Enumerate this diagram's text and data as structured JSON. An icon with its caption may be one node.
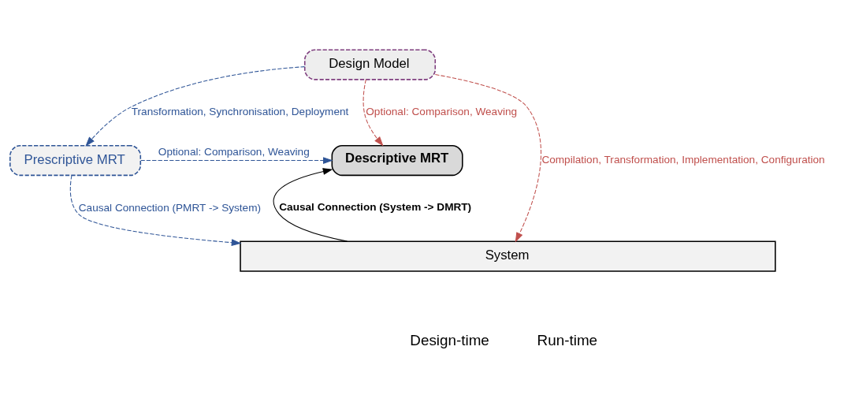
{
  "diagram": {
    "nodes": [
      {
        "text": [
          "Design Model"
        ]
      },
      {
        "text": [
          "Descriptive MRT"
        ]
      },
      {
        "text": [
          "Prescriptive MRT"
        ]
      },
      {
        "text": [
          "System"
        ]
      }
    ],
    "edges": [
      {
        "from": 0,
        "to": 3,
        "arrow": "to",
        "style": "dashed",
        "color": "#c0504d",
        "label": "Compilation, Transformation, Implementation, Configuration"
      },
      {
        "from": 0,
        "to": 1,
        "arrow": "to",
        "style": "dashed",
        "color": "#c0504d",
        "label": "Optional: Comparison, Weaving"
      },
      {
        "from": 0,
        "to": 2,
        "arrow": "to",
        "style": "dashed",
        "label": "Transformation, Synchronisation, Deployment"
      },
      {
        "from": 2,
        "to": 1,
        "arrow": "to",
        "style": "dashed",
        "label": "Optional: Comparison, Weaving"
      },
      {
        "from": 3,
        "to": 1,
        "arrow": "to",
        "color": "#000000",
        "label": "Causal Connection (System -> DMRT)"
      },
      {
        "from": 2,
        "to": 3,
        "arrow": "to",
        "style": "dashed",
        "label": "Causal Connection (PMRT -> System)"
      }
    ],
    "labels": [
      "Design-time",
      "Run-time"
    ]
  }
}
